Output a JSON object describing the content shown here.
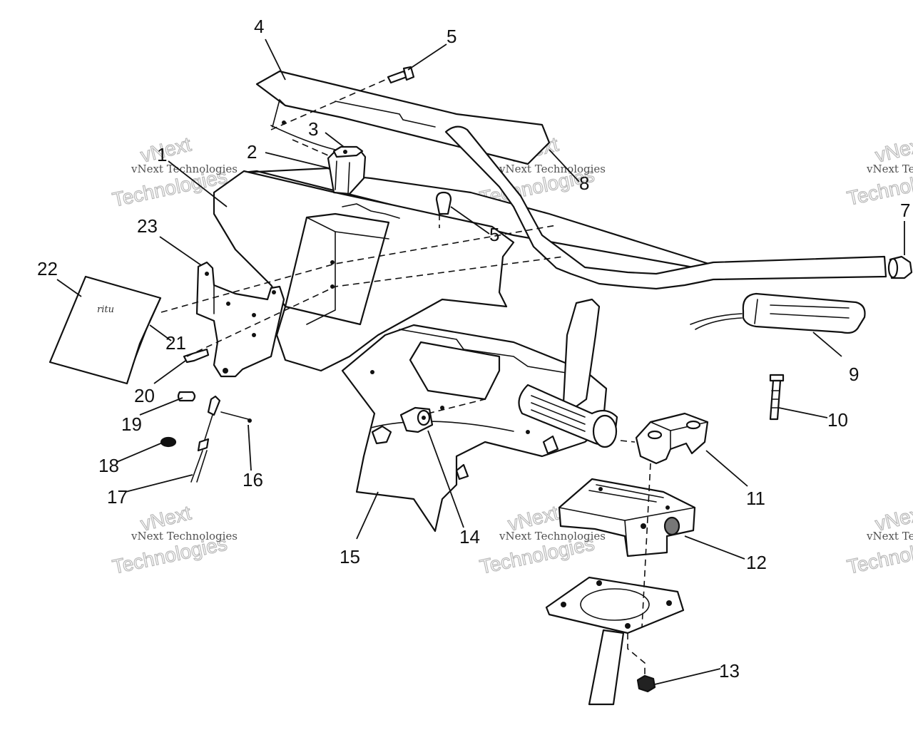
{
  "callouts": [
    {
      "id": "c1",
      "label": "1"
    },
    {
      "id": "c2",
      "label": "2"
    },
    {
      "id": "c3",
      "label": "3"
    },
    {
      "id": "c4",
      "label": "4"
    },
    {
      "id": "c5a",
      "label": "5"
    },
    {
      "id": "c5b",
      "label": "5"
    },
    {
      "id": "c7",
      "label": "7"
    },
    {
      "id": "c8",
      "label": "8"
    },
    {
      "id": "c9",
      "label": "9"
    },
    {
      "id": "c10",
      "label": "10"
    },
    {
      "id": "c11",
      "label": "11"
    },
    {
      "id": "c12",
      "label": "12"
    },
    {
      "id": "c13",
      "label": "13"
    },
    {
      "id": "c14",
      "label": "14"
    },
    {
      "id": "c15",
      "label": "15"
    },
    {
      "id": "c16",
      "label": "16"
    },
    {
      "id": "c17",
      "label": "17"
    },
    {
      "id": "c18",
      "label": "18"
    },
    {
      "id": "c19",
      "label": "19"
    },
    {
      "id": "c20",
      "label": "20"
    },
    {
      "id": "c21",
      "label": "21"
    },
    {
      "id": "c22",
      "label": "22"
    },
    {
      "id": "c23",
      "label": "23"
    }
  ],
  "watermark": {
    "small": "vNext Technologies",
    "big_top": "vNext",
    "big_bottom": "Technologies"
  },
  "sticker_text": "ritu"
}
